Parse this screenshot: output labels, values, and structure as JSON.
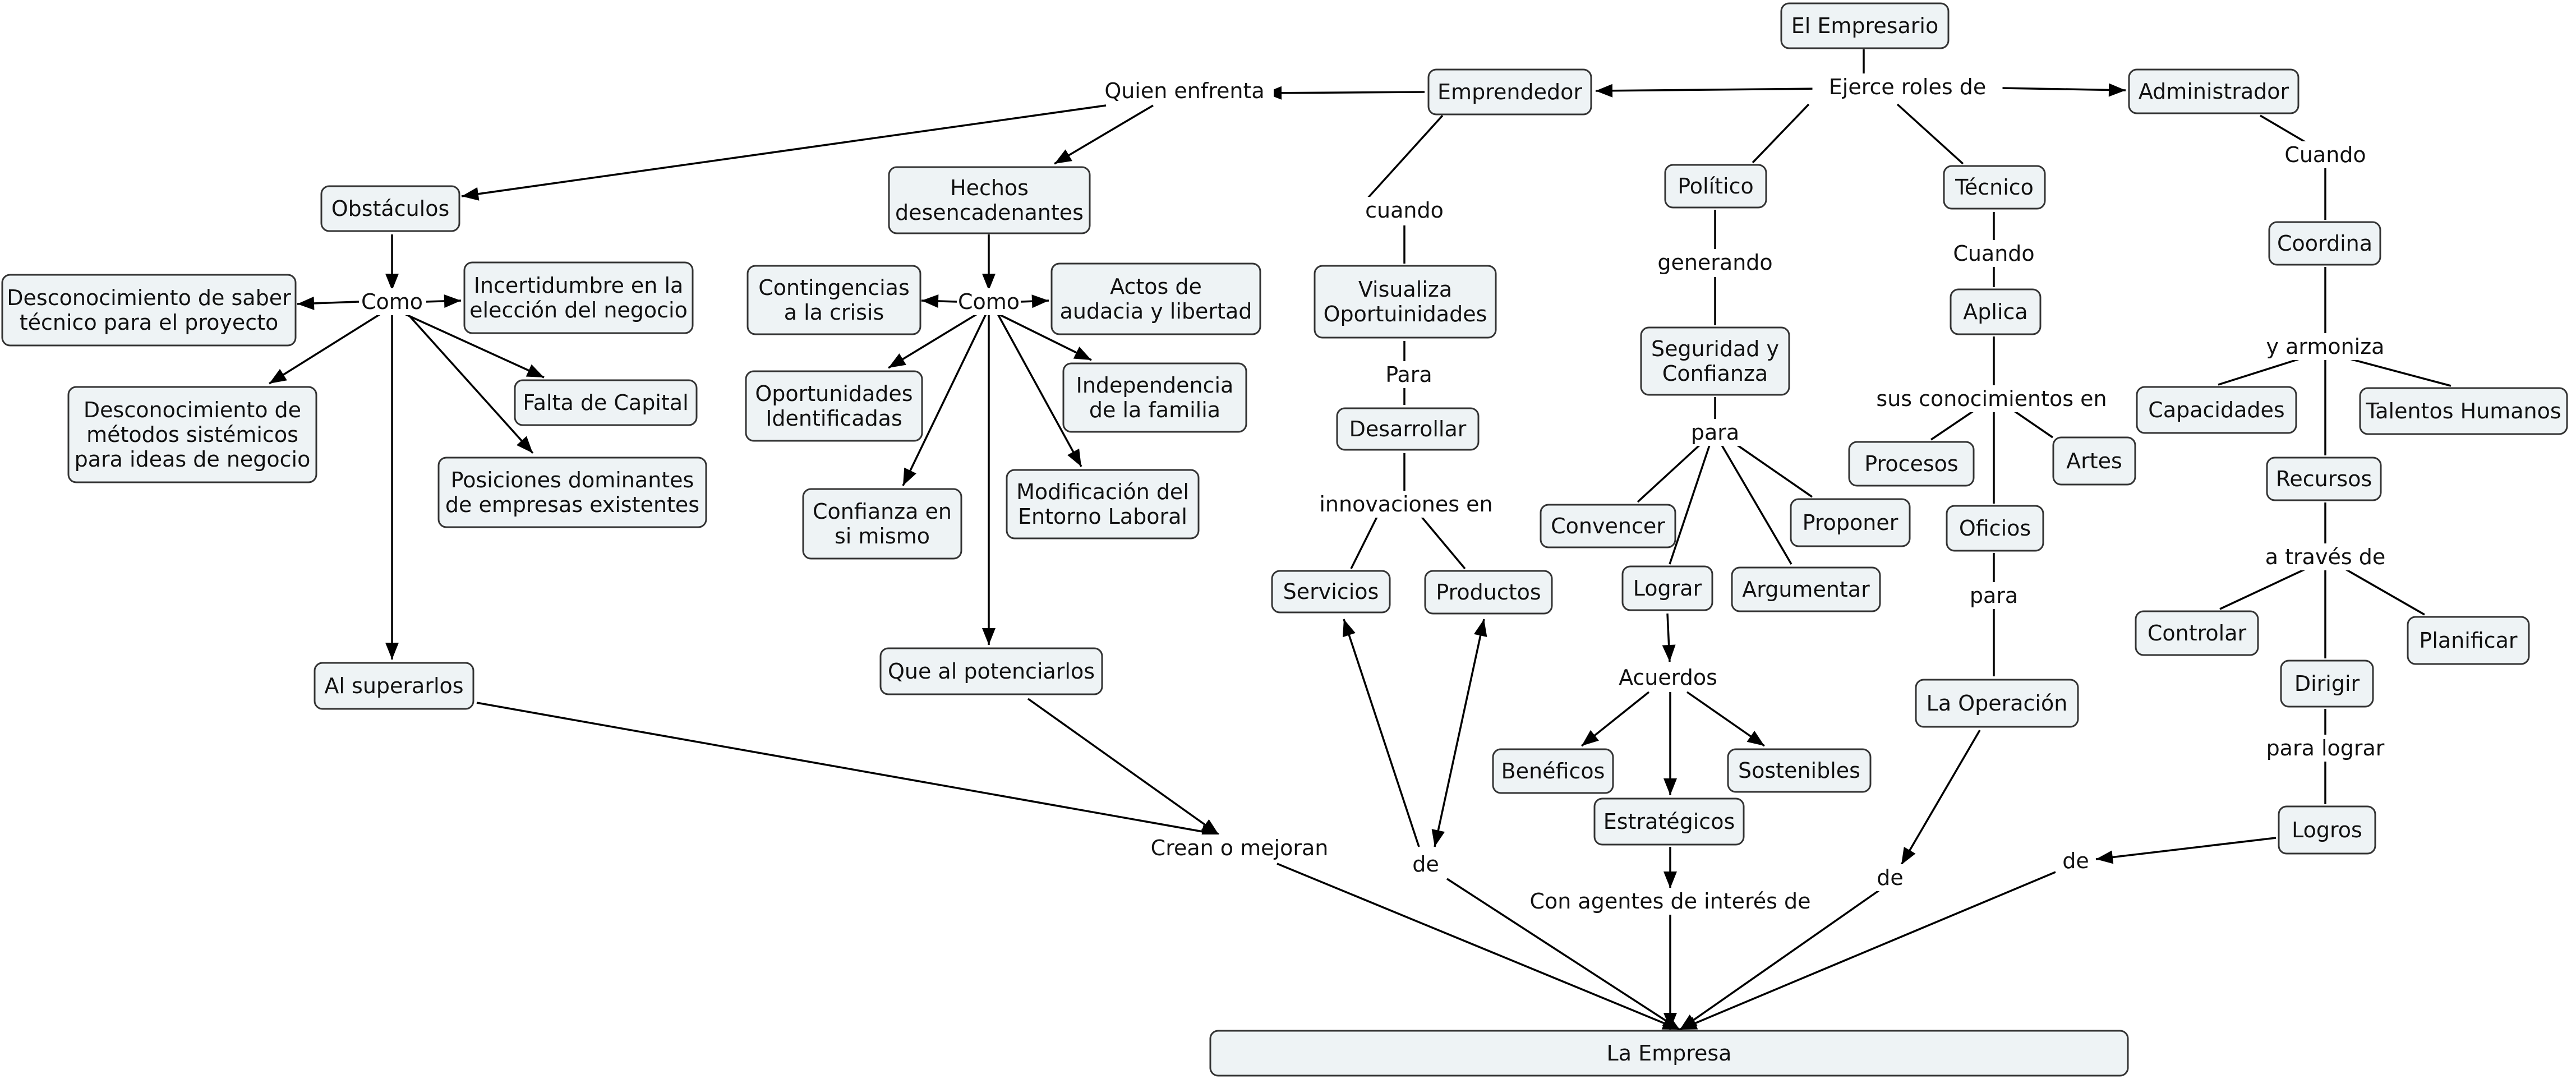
{
  "colors": {
    "node_fill": "#eef3f5",
    "node_stroke": "#333333",
    "line": "#000000"
  },
  "concepts": {
    "empresario": [
      "El Empresario"
    ],
    "emprendedor": [
      "Emprendedor"
    ],
    "administrador": [
      "Administrador"
    ],
    "politico": [
      "Político"
    ],
    "tecnico": [
      "Técnico"
    ],
    "obstaculos": [
      "Obstáculos"
    ],
    "hechos": [
      "Hechos",
      "desencadenantes"
    ],
    "desc_saber": [
      "Desconocimiento de saber",
      "técnico para el proyecto"
    ],
    "incertidumbre": [
      "Incertidumbre en la",
      "elección del negocio"
    ],
    "desc_metodos": [
      "Desconocimiento de",
      "métodos sistémicos",
      "para ideas de negocio"
    ],
    "falta_capital": [
      "Falta de Capital"
    ],
    "posiciones": [
      "Posiciones dominantes",
      "de empresas existentes"
    ],
    "al_superarlos": [
      "Al superarlos"
    ],
    "contingencias": [
      "Contingencias",
      "a la crisis"
    ],
    "actos": [
      "Actos de",
      "audacia y libertad"
    ],
    "oportunidades": [
      "Oportunidades",
      "Identificadas"
    ],
    "independencia": [
      "Independencia",
      "de la familia"
    ],
    "confianza": [
      "Confianza en",
      "si mismo"
    ],
    "modificacion": [
      "Modificación del",
      "Entorno Laboral"
    ],
    "que_al_potenciarlos": [
      "Que al potenciarlos"
    ],
    "visualiza": [
      "Visualiza",
      "Oportuinidades"
    ],
    "desarrollar": [
      "Desarrollar"
    ],
    "servicios": [
      "Servicios"
    ],
    "productos": [
      "Productos"
    ],
    "seguridad": [
      "Seguridad y",
      "Confianza"
    ],
    "convencer": [
      "Convencer"
    ],
    "proponer": [
      "Proponer"
    ],
    "lograr": [
      "Lograr"
    ],
    "argumentar": [
      "Argumentar"
    ],
    "beneficos": [
      "Benéficos"
    ],
    "sostenibles": [
      "Sostenibles"
    ],
    "estrategicos": [
      "Estratégicos"
    ],
    "aplica": [
      "Aplica"
    ],
    "procesos": [
      "Procesos"
    ],
    "artes": [
      "Artes"
    ],
    "oficios": [
      "Oficios"
    ],
    "operacion": [
      "La Operación"
    ],
    "coordina": [
      "Coordina"
    ],
    "capacidades": [
      "Capacidades"
    ],
    "talentos": [
      "Talentos Humanos"
    ],
    "recursos": [
      "Recursos"
    ],
    "controlar": [
      "Controlar"
    ],
    "planificar": [
      "Planificar"
    ],
    "dirigir": [
      "Dirigir"
    ],
    "logros": [
      "Logros"
    ],
    "empresa": [
      "La Empresa"
    ]
  },
  "linking_phrases": {
    "ejerce": "Ejerce roles de",
    "quien_enfrenta": "Quien enfrenta",
    "como1": "Como",
    "como2": "Como",
    "crean": "Crean o mejoran",
    "cuando1": "cuando",
    "para1": "Para",
    "innovaciones": "innovaciones en",
    "de1": "de",
    "generando": "generando",
    "para2": "para",
    "acuerdos": "Acuerdos",
    "con_agentes": "Con agentes de interés de",
    "cuando2": "Cuando",
    "sus_conocimientos": "sus conocimientos en",
    "para3": "para",
    "de2": "de",
    "cuando3": "Cuando",
    "y_armoniza": "y armoniza",
    "a_traves": "a través de",
    "para_lograr": "para lograr",
    "de3": "de"
  }
}
